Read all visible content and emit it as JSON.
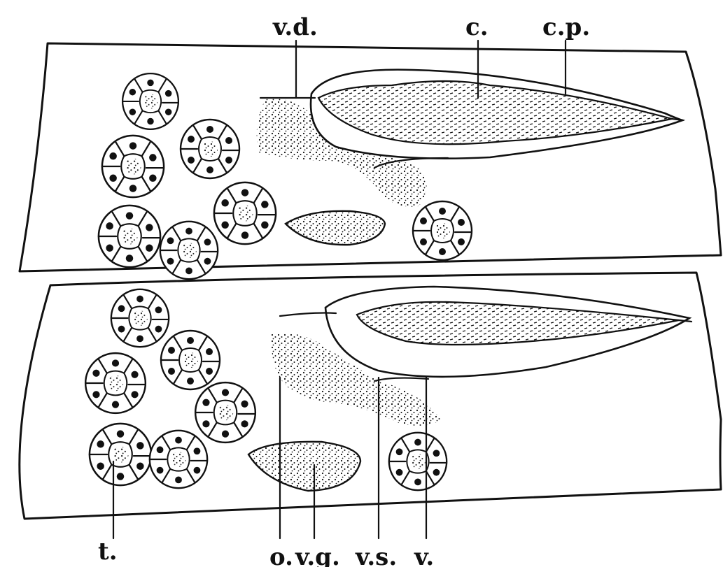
{
  "labels": {
    "vd": "v.d.",
    "c": "c.",
    "cp": "c.p.",
    "t": "t.",
    "o": "o.",
    "vg": "v.g.",
    "vs": "v.s.",
    "v": "v."
  }
}
